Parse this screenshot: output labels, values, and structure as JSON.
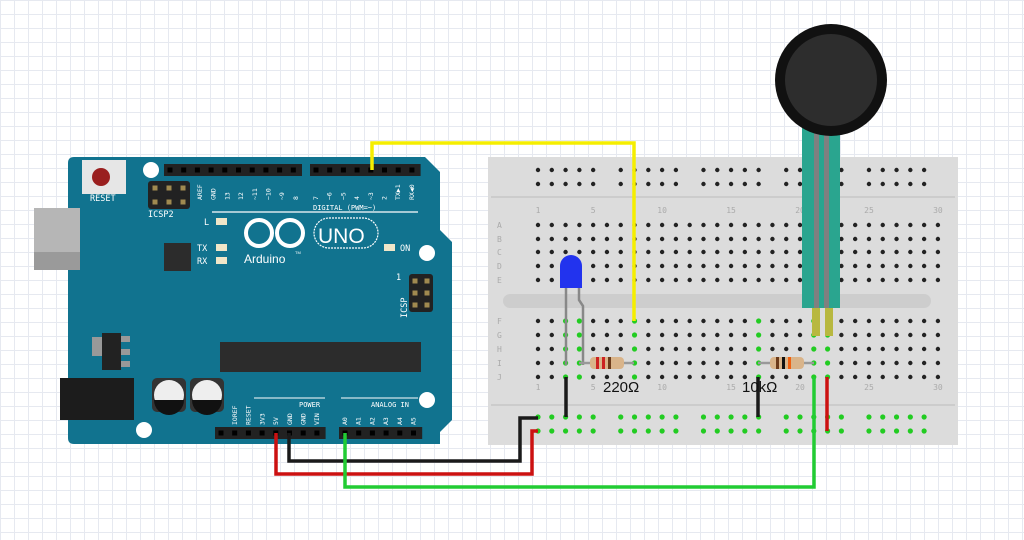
{
  "arduino": {
    "reset_label": "RESET",
    "icsp2_label": "ICSP2",
    "icsp_label": "ICSP",
    "icsp_pin1": "1",
    "led_l": "L",
    "led_tx": "TX",
    "led_rx": "RX",
    "led_on": "ON",
    "logo_text": "Arduino",
    "model": "UNO",
    "tm": "TM",
    "digital_label": "DIGITAL (PWM=~)",
    "power_label": "POWER",
    "analog_label": "ANALOG IN",
    "top_pins_left": [
      "AREF",
      "GND",
      "13",
      "12",
      "~11",
      "~10",
      "~9",
      "8"
    ],
    "top_pins_right": [
      "7",
      "~6",
      "~5",
      "4",
      "~3",
      "2",
      "TX▶1",
      "RX◀0"
    ],
    "power_pins": [
      "IOREF",
      "RESET",
      "3V3",
      "5V",
      "GND",
      "GND",
      "VIN"
    ],
    "analog_pins": [
      "A0",
      "A1",
      "A2",
      "A3",
      "A4",
      "A5"
    ]
  },
  "breadboard": {
    "rows_top": [
      "A",
      "B",
      "C",
      "D",
      "E"
    ],
    "rows_bottom": [
      "F",
      "G",
      "H",
      "I",
      "J"
    ],
    "column_labels": [
      "1",
      "5",
      "10",
      "15",
      "20",
      "25",
      "30"
    ]
  },
  "components": {
    "resistor_1": "220Ω",
    "resistor_2": "10kΩ",
    "led_color": "#2233ee",
    "sensor": "force-sensitive-resistor"
  },
  "wire_colors": {
    "signal_d3": "#f5ee00",
    "gnd": "#1a1a1a",
    "vcc": "#cc1111",
    "analog_a0": "#22cc33"
  }
}
